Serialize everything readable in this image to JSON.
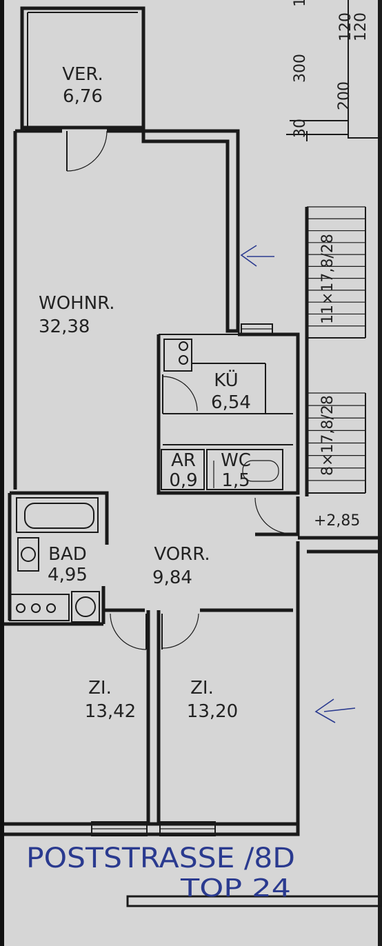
{
  "rooms": {
    "veranda": {
      "name": "VER.",
      "area": "6,76"
    },
    "living": {
      "name": "WOHNR.",
      "area": "32,38"
    },
    "kitchen": {
      "name": "KÜ",
      "area": "6,54"
    },
    "storage": {
      "name": "AR",
      "area": "0,9"
    },
    "wc": {
      "name": "WC",
      "area": "1,5"
    },
    "bath": {
      "name": "BAD",
      "area": "4,95"
    },
    "hall": {
      "name": "VORR.",
      "area": "9,84"
    },
    "room_left": {
      "name": "ZI.",
      "area": "13,42"
    },
    "room_right": {
      "name": "ZI.",
      "area": "13,20"
    }
  },
  "dimensions": {
    "d120a": "120",
    "d120b": "120",
    "d300": "300",
    "d200": "200",
    "d30": "30",
    "d10": "1",
    "stair_upper": "11×17,8/28",
    "stair_lower": "8×17,8/28",
    "level": "+2,85"
  },
  "handwriting": {
    "street": "POSTSTRASSE /8D",
    "unit": "TOP 24"
  },
  "colors": {
    "paper": "#d6d6d6",
    "ink": "#1a1a1a",
    "pen": "#2a3a8f"
  }
}
